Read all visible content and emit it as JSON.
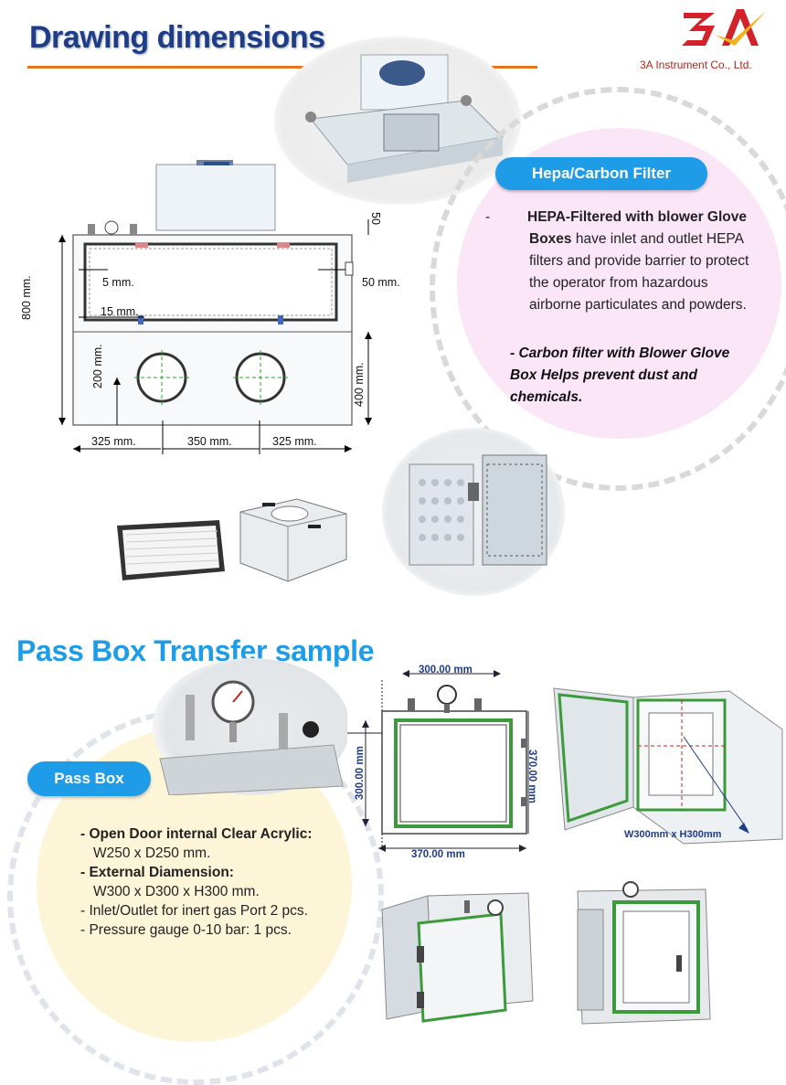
{
  "header": {
    "title": "Drawing dimensions",
    "company": "3A Instrument Co., Ltd.",
    "logo_text": "3A"
  },
  "hepa_section": {
    "badge": "Hepa/Carbon Filter",
    "bullet1_dash": "-",
    "bullet1_bold": "HEPA-Filtered with blower Glove Boxes",
    "bullet1_rest": " have inlet and outlet HEPA filters and provide barrier to protect the operator from hazardous airborne particulates and powders.",
    "bullet2": "-  Carbon  filter with Blower Glove Box Helps prevent dust and chemicals."
  },
  "drawing": {
    "dim_5": "5 mm.",
    "dim_15": "15 mm.",
    "dim_50": "50 mm.",
    "dim_50_top": "50",
    "dim_800": "800 mm.",
    "dim_200": "200 mm.",
    "dim_400": "400 mm.",
    "dim_325_left": "325 mm.",
    "dim_350": "350 mm.",
    "dim_325_right": "325 mm."
  },
  "pass_section": {
    "title": "Pass Box Transfer sample",
    "badge": "Pass Box",
    "items": [
      "- Open Door internal Clear Acrylic:",
      "W250 x D250 mm.",
      "- External Diamension:",
      "W300 x D300 x H300 mm.",
      "- Inlet/Outlet for inert gas Port 2 pcs.",
      "- Pressure gauge 0-10 bar: 1 pcs."
    ]
  },
  "passbox_drawing": {
    "dim_top": "300.00 mm",
    "dim_left": "300.00 mm",
    "dim_right": "370.00 mm",
    "dim_bottom": "370.00 mm",
    "label_3d": "W300mm x H300mm"
  },
  "colors": {
    "title_blue": "#1f3c88",
    "accent_orange": "#e8731f",
    "pill_blue": "#1e9ce8",
    "pink_bg": "#fbe6f8",
    "cream_bg": "#fdf5d8",
    "logo_red": "#d3222a",
    "logo_yellow": "#f2b21b"
  }
}
